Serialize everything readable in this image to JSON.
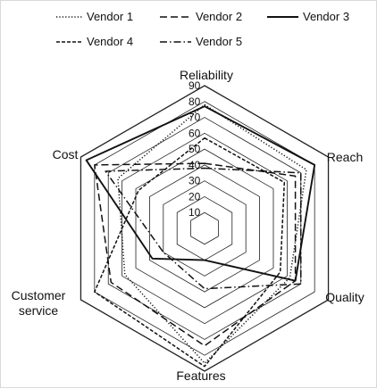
{
  "chart_data": {
    "type": "radar",
    "axes": [
      "Reliability",
      "Reach",
      "Quality",
      "Features",
      "Customer service",
      "Cost"
    ],
    "axis_display": {
      "Reliability": [
        "Reliability"
      ],
      "Reach": [
        "Reach"
      ],
      "Quality": [
        "Quality"
      ],
      "Features": [
        "Features"
      ],
      "Customer service": [
        "Customer",
        "service"
      ],
      "Cost": [
        "Cost"
      ]
    },
    "rlim": [
      0,
      90
    ],
    "ticks": [
      10,
      20,
      30,
      40,
      50,
      60,
      70,
      80,
      90
    ],
    "tick_labels": [
      "10",
      "20",
      "30",
      "40",
      "50",
      "60",
      "70",
      "80",
      "90"
    ],
    "grid": true,
    "legend_position": "top",
    "series": [
      {
        "name": "Vendor 1",
        "style": "dotted",
        "color": "#111111",
        "values": [
          78,
          74,
          62,
          85,
          58,
          63
        ]
      },
      {
        "name": "Vendor 2",
        "style": "dashed",
        "color": "#111111",
        "values": [
          41,
          66,
          66,
          74,
          68,
          80
        ]
      },
      {
        "name": "Vendor 3",
        "style": "solid",
        "color": "#111111",
        "values": [
          77,
          80,
          66,
          20,
          38,
          86
        ]
      },
      {
        "name": "Vendor 4",
        "style": "dense-dash",
        "color": "#111111",
        "values": [
          57,
          58,
          55,
          87,
          80,
          48
        ]
      },
      {
        "name": "Vendor 5",
        "style": "dash-dot",
        "color": "#111111",
        "values": [
          38,
          70,
          70,
          38,
          30,
          72
        ]
      }
    ]
  }
}
